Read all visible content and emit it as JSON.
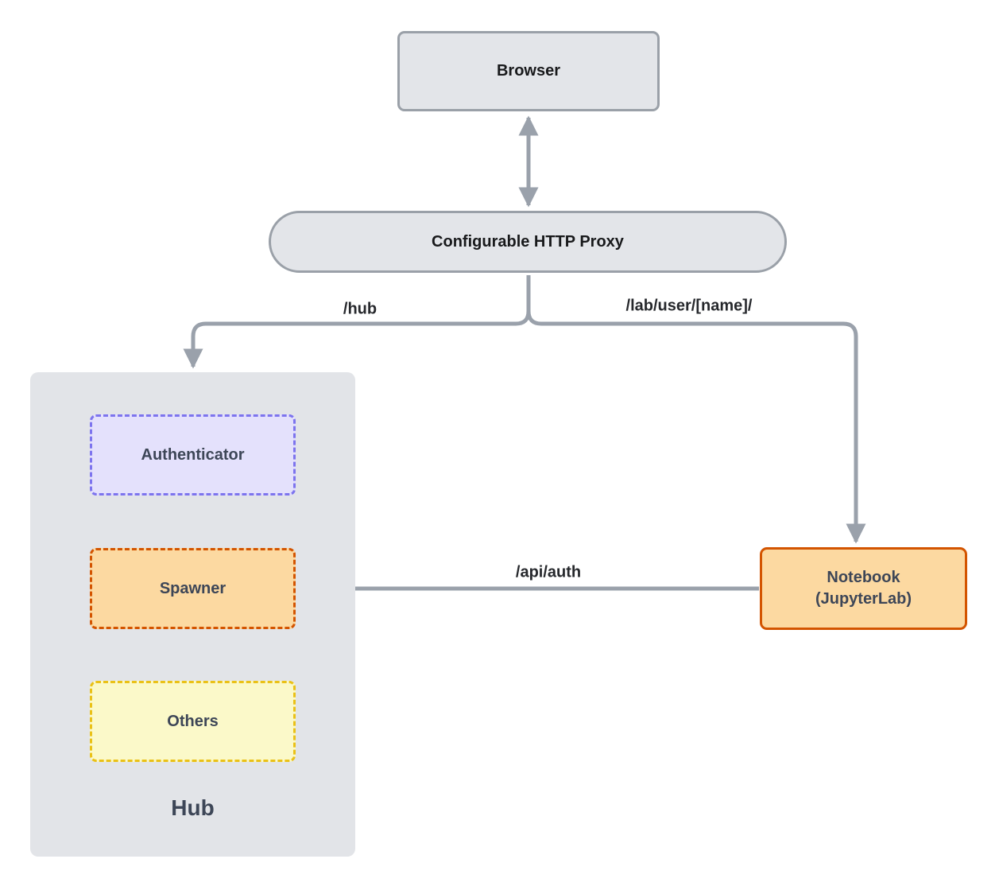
{
  "nodes": {
    "browser": "Browser",
    "proxy": "Configurable HTTP Proxy",
    "authenticator": "Authenticator",
    "spawner": "Spawner",
    "others": "Others",
    "hub": "Hub",
    "notebook": "Notebook\n(JupyterLab)"
  },
  "edges": {
    "proxy_to_hub": "/hub",
    "proxy_to_notebook": "/lab/user/[name]/",
    "notebook_to_spawner": "/api/auth"
  },
  "colors": {
    "gray_node_fill": "#e3e5e9",
    "gray_node_border": "#9aa0a8",
    "connector_gray": "#9aa1ab",
    "hub_container_fill": "#e2e4e8",
    "authenticator_fill": "#e4e1fc",
    "authenticator_border": "#7d74ee",
    "orange_fill": "#fcd9a1",
    "orange_border": "#d35400",
    "others_fill": "#fbf9c9",
    "others_border": "#eac117",
    "dark_text": "#3d4657"
  }
}
